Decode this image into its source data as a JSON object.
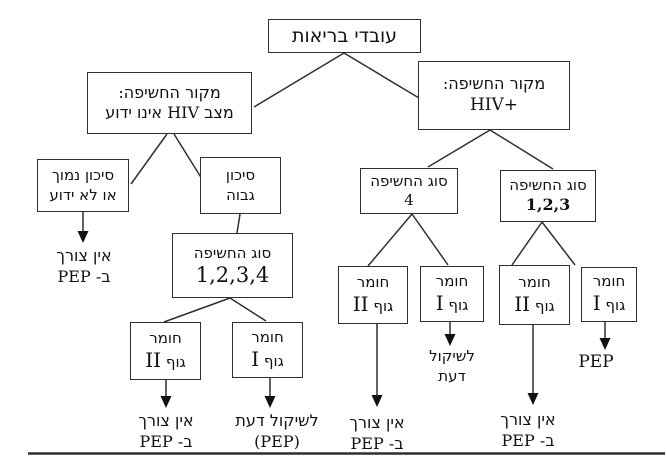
{
  "colors": {
    "line": "#2f2f2f",
    "text": "#111111",
    "background": "#ffffff"
  },
  "diagram": {
    "root": {
      "label": "עובדי בריאות"
    },
    "left": {
      "source": {
        "line1": "מקור החשיפה:",
        "line2": "מצב HIV אינו ידוע"
      },
      "risk_low": {
        "line1": "סיכון נמוך",
        "line2": "או לא ידוע"
      },
      "risk_high": {
        "line1": "סיכון",
        "line2": "גבוה"
      },
      "risk_low_outcome": {
        "line1": "אין צורך",
        "line2": "ב- PEP"
      },
      "exposure": {
        "line1": "סוג החשיפה",
        "line2": "1,2,3,4"
      },
      "substance2": {
        "line1": "חומר",
        "word": "גוף",
        "numeral": "II"
      },
      "substance1": {
        "line1": "חומר",
        "word": "גוף",
        "numeral": "I"
      },
      "substance2_outcome": {
        "line1": "אין צורך",
        "line2": "ב- PEP"
      },
      "substance1_outcome": {
        "line1": "לשיקול דעת",
        "line2": "(PEP)"
      }
    },
    "right": {
      "source": {
        "line1": "מקור החשיפה:",
        "line2": "HIV+"
      },
      "exposure4": {
        "line1": "סוג החשיפה",
        "line2": "4"
      },
      "exposure123": {
        "line1": "סוג החשיפה",
        "line2": "1,2,3"
      },
      "e4_substance2": {
        "line1": "חומר",
        "word": "גוף",
        "numeral": "II"
      },
      "e4_substance1": {
        "line1": "חומר",
        "word": "גוף",
        "numeral": "I"
      },
      "e4_substance2_outcome": {
        "line1": "אין צורך",
        "line2": "ב- PEP"
      },
      "e4_substance1_outcome": {
        "line1": "לשיקול",
        "line2": "דעת"
      },
      "e123_substance2": {
        "line1": "חומר",
        "word": "גוף",
        "numeral": "II"
      },
      "e123_substance1": {
        "line1": "חומר",
        "word": "גוף",
        "numeral": "I"
      },
      "e123_substance2_outcome": {
        "line1": "אין צורך",
        "line2": "ב- PEP"
      },
      "e123_substance1_outcome": {
        "label": "PEP"
      }
    }
  }
}
